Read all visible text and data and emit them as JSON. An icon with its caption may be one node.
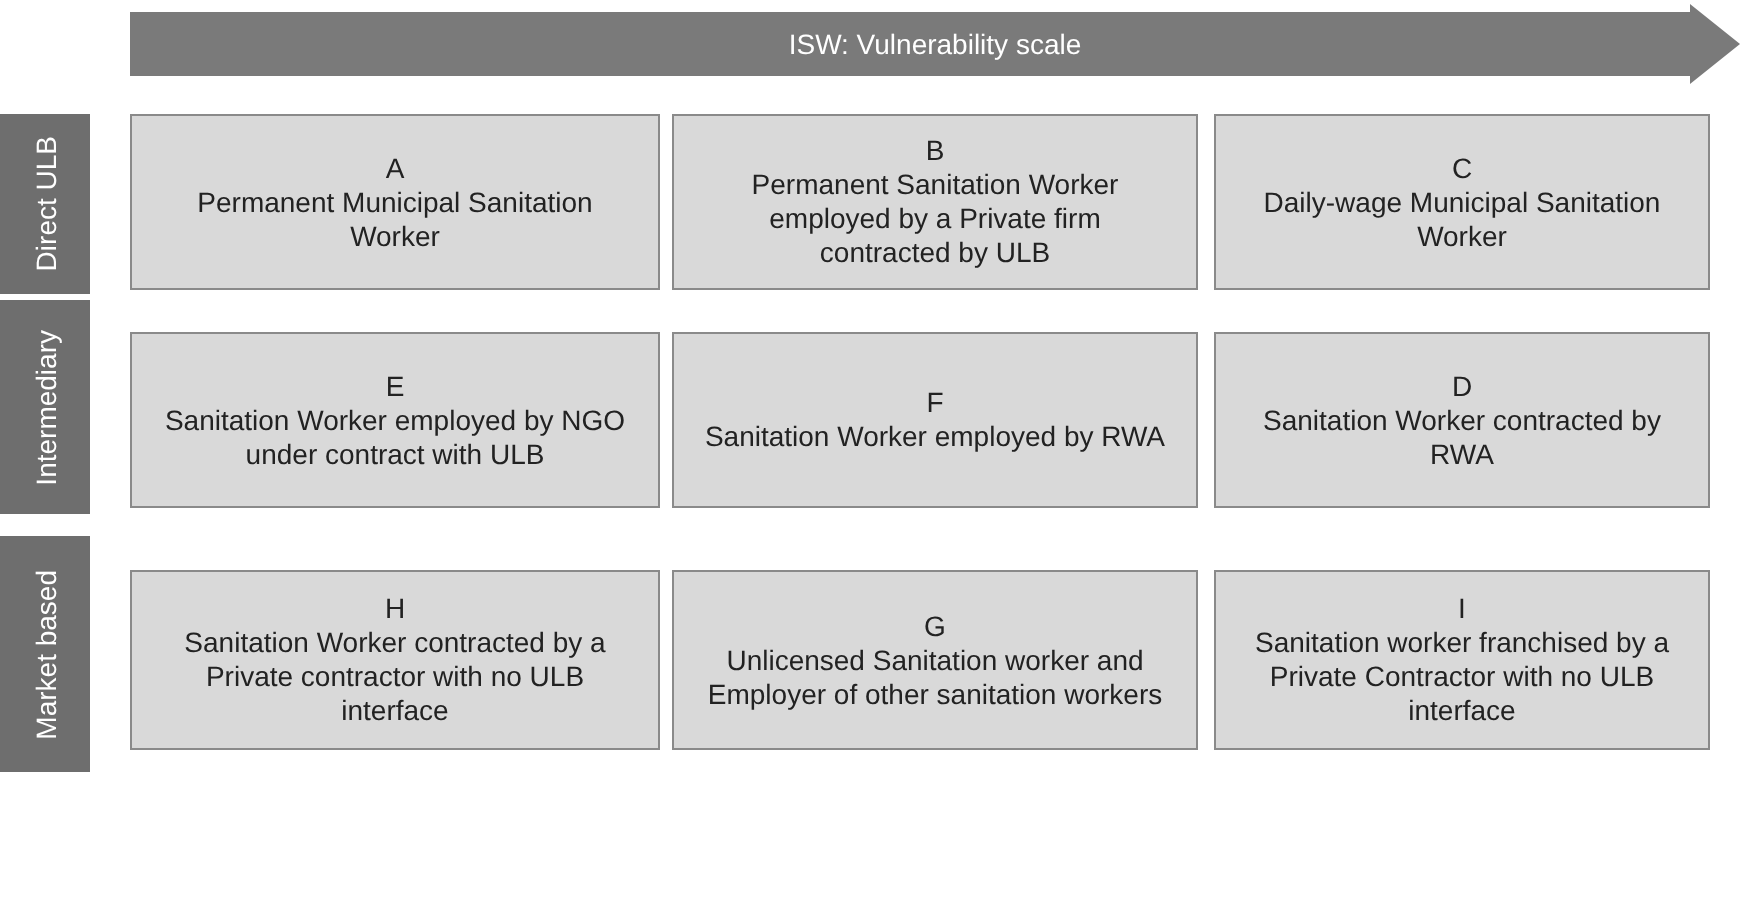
{
  "diagram": {
    "nodes": [
      {
        "text": [
          "ISW: Vulnerability scale"
        ]
      },
      {
        "text": [
          "Direct ULB"
        ]
      },
      {
        "text": [
          "A",
          "Permanent Municipal Sanitation Worker"
        ]
      },
      {
        "text": [
          "B",
          "Permanent Sanitation Worker employed by a Private firm contracted by ULB"
        ]
      },
      {
        "text": [
          "C",
          "Daily-wage Municipal Sanitation Worker"
        ]
      },
      {
        "text": [
          "Intermediary"
        ]
      },
      {
        "text": [
          "E",
          "Sanitation Worker employed by NGO under contract with ULB"
        ]
      },
      {
        "text": [
          "F",
          "Sanitation Worker employed by RWA"
        ]
      },
      {
        "text": [
          "D",
          "Sanitation Worker contracted by RWA"
        ]
      },
      {
        "text": [
          "Market based"
        ]
      },
      {
        "text": [
          "H",
          "Sanitation Worker contracted by a Private contractor with no ULB interface"
        ]
      },
      {
        "text": [
          "G",
          "Unlicensed Sanitation worker and Employer of other sanitation workers"
        ]
      },
      {
        "text": [
          "I",
          "Sanitation worker franchised by a Private Contractor with no ULB interface"
        ]
      }
    ],
    "edges": []
  }
}
